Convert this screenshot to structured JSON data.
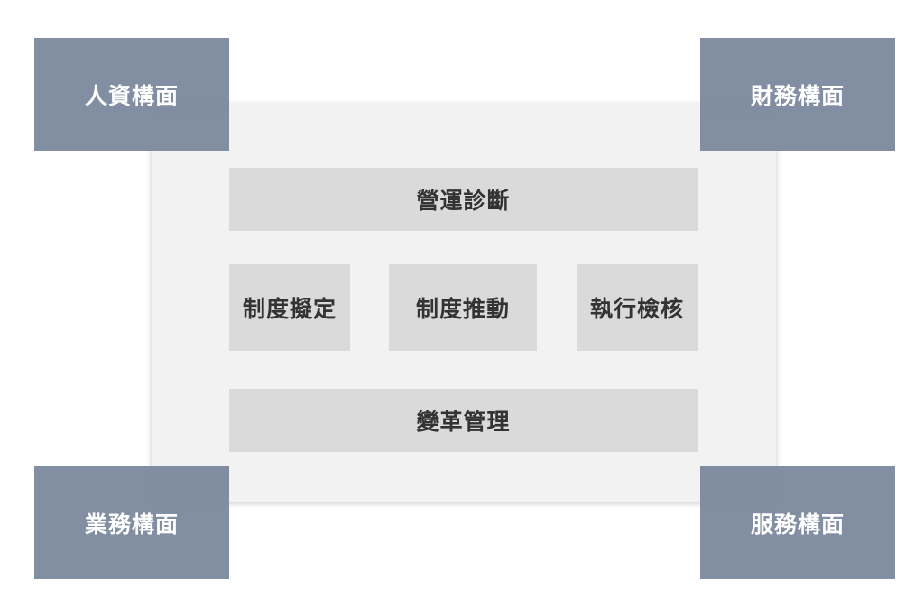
{
  "colors": {
    "corner_fill": "#7d8a9e",
    "panel_fill": "#f2f2f2",
    "box_fill": "#dadada",
    "box_text": "#333333",
    "corner_text": "#ffffff"
  },
  "corners": {
    "top_left": "人資構面",
    "top_right": "財務構面",
    "bottom_left": "業務構面",
    "bottom_right": "服務構面"
  },
  "center": {
    "top_bar": "營運診斷",
    "middle": [
      "制度擬定",
      "制度推動",
      "執行檢核"
    ],
    "bottom_bar": "變革管理"
  }
}
